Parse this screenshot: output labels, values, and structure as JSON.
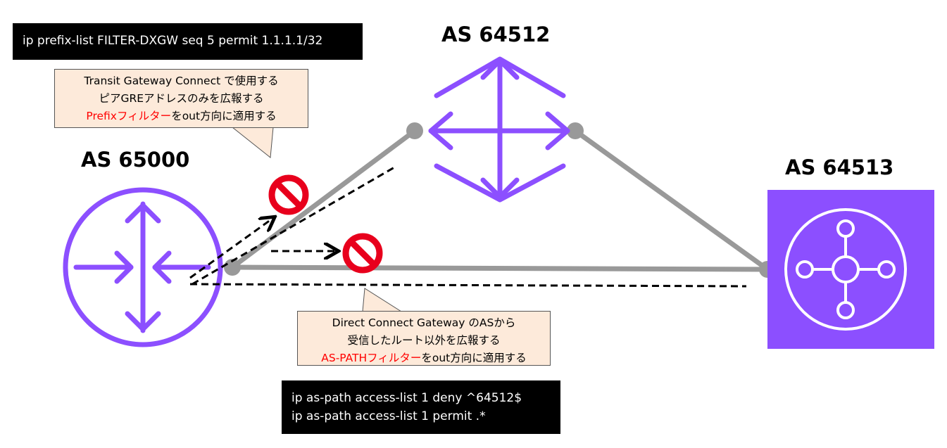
{
  "nodes": {
    "left": {
      "label": "AS 65000"
    },
    "top": {
      "label": "AS 64512"
    },
    "right": {
      "label": "AS 64513"
    }
  },
  "prefix_command": "ip prefix-list FILTER-DXGW seq 5 permit 1.1.1.1/32",
  "aspath_commands": [
    "ip as-path access-list 1 deny ^64512$",
    "ip as-path access-list 1 permit .*"
  ],
  "callout_tgw": {
    "line1": "Transit Gateway Connect で使用する",
    "line2": "ピアGREアドレスのみを広報する",
    "line3_highlight": "Prefixフィルター",
    "line3_rest": "をout方向に適用する"
  },
  "callout_dxgw": {
    "line1": "Direct Connect Gateway のASから",
    "line2": "受信したルート以外を広報する",
    "line3_highlight": "AS-PATHフィルター",
    "line3_rest": "をout方向に適用する"
  },
  "colors": {
    "router_purple": "#8c4fff",
    "link_gray": "#999999",
    "block_red": "#e8001c",
    "callout_fill": "#fdeada"
  }
}
